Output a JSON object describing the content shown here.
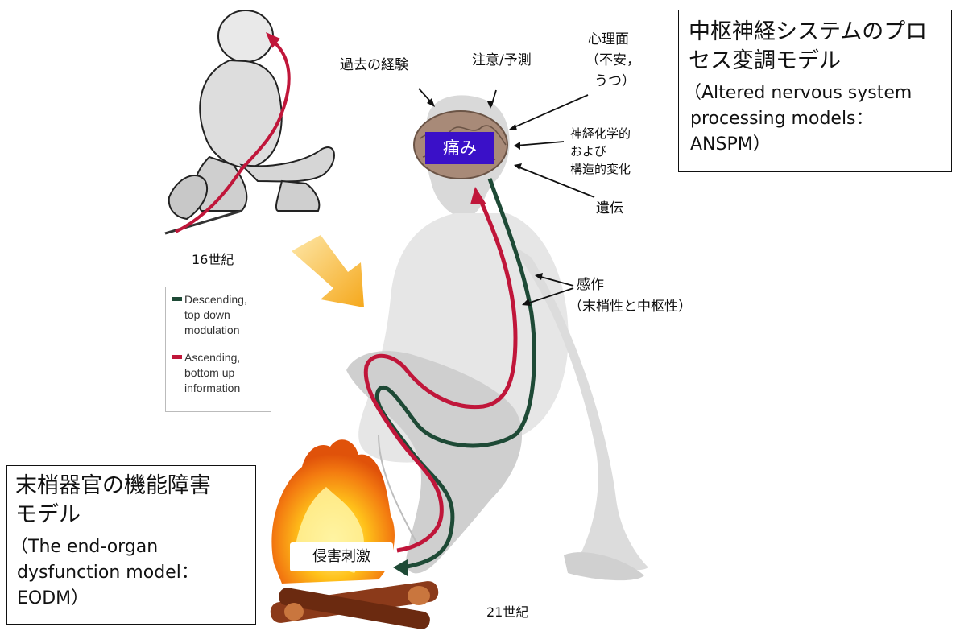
{
  "top_right_box": {
    "title_line1": "中枢神経システムのプロ",
    "title_line2": "セス変調モデル",
    "subtitle_line1": "（Altered nervous system",
    "subtitle_line2": "processing models：",
    "subtitle_line3": "ANSPM）"
  },
  "bottom_left_box": {
    "title_line1": "末梢器官の機能障害",
    "title_line2": "モデル",
    "subtitle_line1": "（The end-organ",
    "subtitle_line2": "dysfunction model：",
    "subtitle_line3": "EODM）"
  },
  "labels": {
    "past_experience": "過去の経験",
    "attention": "注意/予測",
    "psych_line1": "心理面",
    "psych_line2": "（不安，",
    "psych_line3": "うつ）",
    "neuro_line1": "神経化学的",
    "neuro_line2": "および",
    "neuro_line3": "構造的変化",
    "genetics": "遺伝",
    "sensitization_line1": "感作",
    "sensitization_line2": "（末梢性と中枢性）",
    "century16": "16世紀",
    "century21": "21世紀",
    "pain": "痛み",
    "noxious_stimulus": "侵害刺激"
  },
  "legend": {
    "descending": [
      "Descending,",
      "top down",
      "modulation"
    ],
    "ascending": [
      "Ascending,",
      "bottom up",
      "information"
    ],
    "descending_color": "#1e4a36",
    "ascending_color": "#c0163a"
  },
  "colors": {
    "arrow_orange": "#f5a81c",
    "pain_box": "#3a10c8"
  }
}
